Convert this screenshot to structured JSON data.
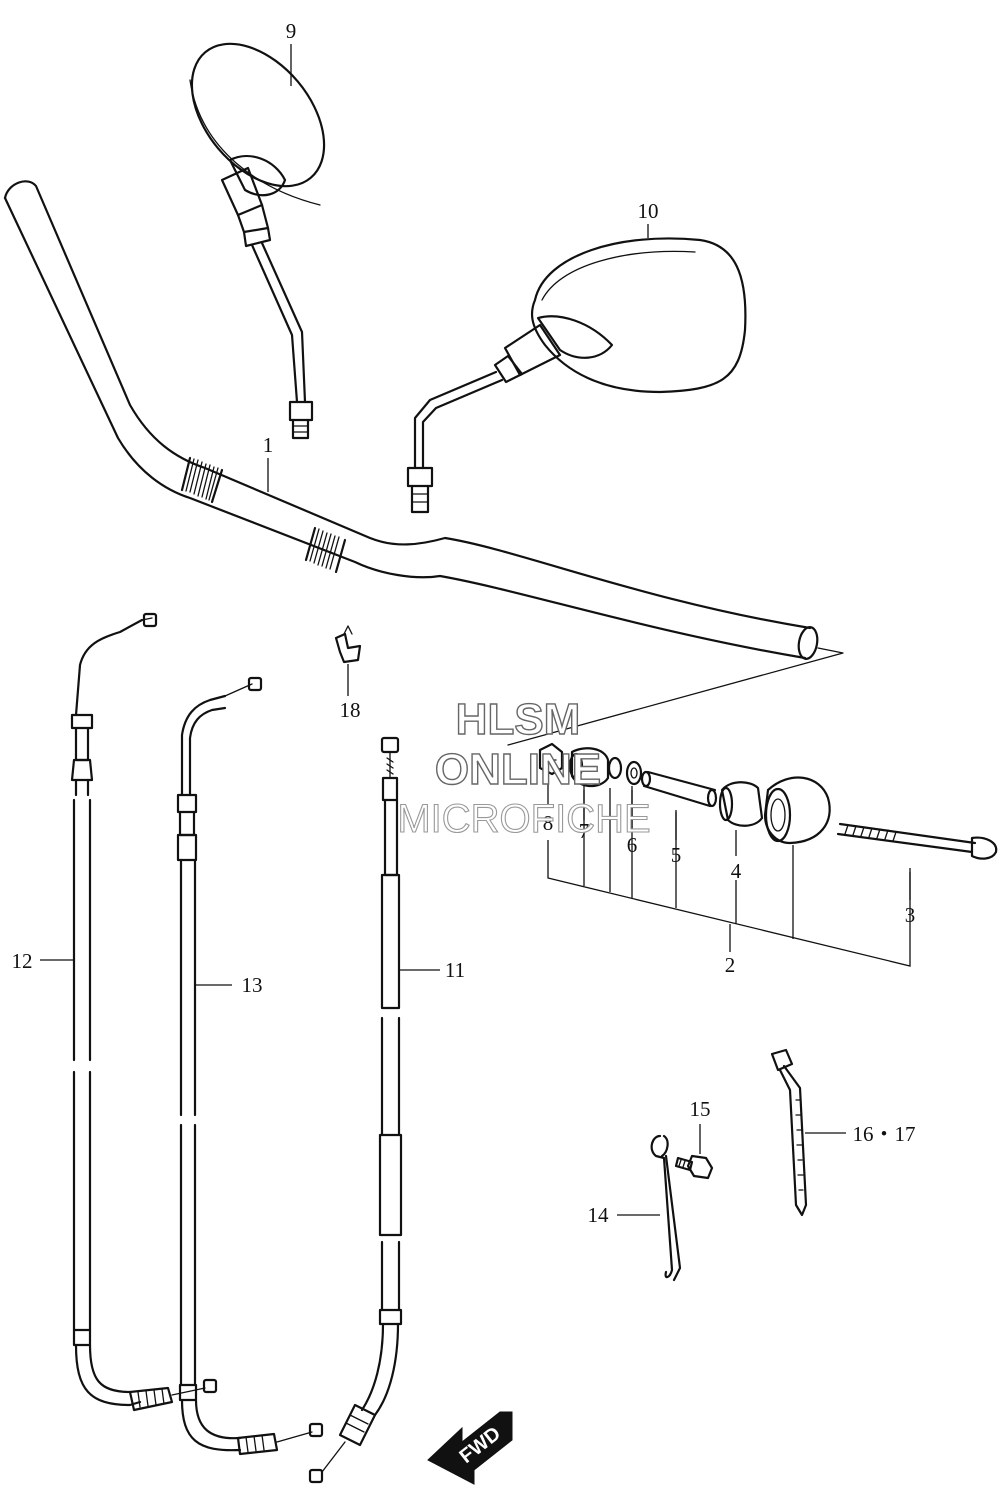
{
  "callouts": [
    {
      "id": "1",
      "text": "1"
    },
    {
      "id": "2",
      "text": "2"
    },
    {
      "id": "3",
      "text": "3"
    },
    {
      "id": "4",
      "text": "4"
    },
    {
      "id": "5",
      "text": "5"
    },
    {
      "id": "6",
      "text": "6"
    },
    {
      "id": "7",
      "text": "7"
    },
    {
      "id": "8",
      "text": "8"
    },
    {
      "id": "9",
      "text": "9"
    },
    {
      "id": "10",
      "text": "10"
    },
    {
      "id": "11",
      "text": "11"
    },
    {
      "id": "12",
      "text": "12"
    },
    {
      "id": "13",
      "text": "13"
    },
    {
      "id": "14",
      "text": "14"
    },
    {
      "id": "15",
      "text": "15"
    },
    {
      "id": "16-17",
      "text": "16・17"
    },
    {
      "id": "18",
      "text": "18"
    }
  ],
  "watermark": {
    "line1": "HLSM",
    "line2": "ONLINE",
    "line3": "MICROFICHE"
  },
  "badge": {
    "text": "FWD"
  },
  "colors": {
    "ink": "#111111",
    "background": "#ffffff",
    "watermark_outline": "#666666"
  }
}
